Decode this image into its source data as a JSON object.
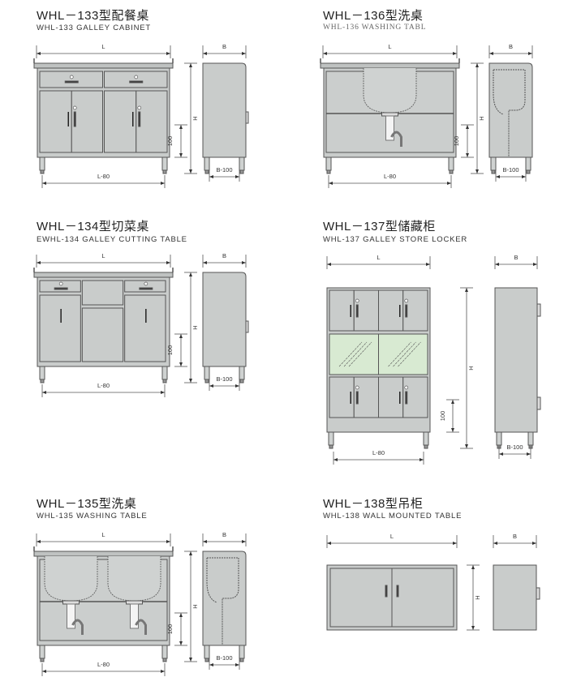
{
  "products": [
    {
      "id": "whl-133",
      "title": "WHL－133型配餐桌",
      "subtitle": "WHL-133 GALLEY CABINET",
      "kind": "cabinet"
    },
    {
      "id": "whl-136",
      "title": "WHL－136型洗桌",
      "subtitle": "WHL-136 WASHING TABL",
      "kind": "sink1"
    },
    {
      "id": "whl-134",
      "title": "WHL－134型切菜桌",
      "subtitle": "EWHL-134 GALLEY CUTTING TABLE",
      "kind": "cutting"
    },
    {
      "id": "whl-137",
      "title": "WHL－137型储藏柜",
      "subtitle": "WHL-137 GALLEY STORE LOCKER",
      "kind": "locker"
    },
    {
      "id": "whl-135",
      "title": "WHL－135型洗桌",
      "subtitle": "WHL-135 WASHING TABLE",
      "kind": "sink2"
    },
    {
      "id": "whl-138",
      "title": "WHL－138型吊柜",
      "subtitle": "WHL-138 WALL MOUNTED TABLE",
      "kind": "wall"
    }
  ],
  "dims": {
    "length": "L",
    "depth": "B",
    "height": "H",
    "leg": "100",
    "length_inner": "L-80",
    "depth_inner": "B-100"
  },
  "colors": {
    "body": "#c9cccb",
    "line": "#555555",
    "glass": "#d8ead2",
    "top": "#bfc2c1"
  }
}
